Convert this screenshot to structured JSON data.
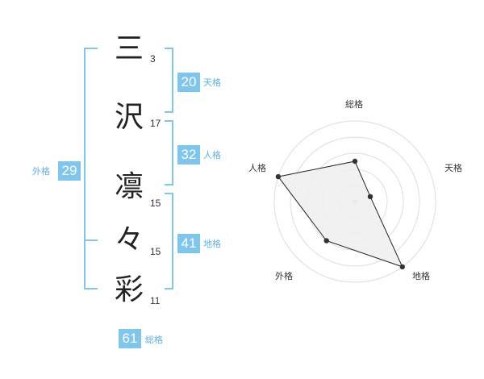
{
  "colors": {
    "accent": "#7fc6ef",
    "bracket": "#7fc6ef",
    "accent_label": "#5ab4e6",
    "radar_fill": "#eeeeee",
    "radar_ring": "#dddddd",
    "radar_line": "#222222"
  },
  "name": {
    "chars": [
      {
        "char": "三",
        "strokes": "3"
      },
      {
        "char": "沢",
        "strokes": "17"
      },
      {
        "char": "凛",
        "strokes": "15"
      },
      {
        "char": "々",
        "strokes": "15"
      },
      {
        "char": "彩",
        "strokes": "11"
      }
    ]
  },
  "fortune": {
    "tenkaku": {
      "value": "20",
      "label": "天格"
    },
    "jinkaku": {
      "value": "32",
      "label": "人格"
    },
    "chikaku": {
      "value": "41",
      "label": "地格"
    },
    "gaikaku": {
      "value": "29",
      "label": "外格"
    },
    "soukaku": {
      "value": "61",
      "label": "総格"
    }
  },
  "chart_data": {
    "type": "radar",
    "axes": [
      "総格",
      "天格",
      "地格",
      "外格",
      "人格"
    ],
    "values": [
      0.5,
      0.2,
      1.0,
      0.6,
      1.0
    ],
    "range": [
      0,
      1
    ],
    "rings": 5
  }
}
